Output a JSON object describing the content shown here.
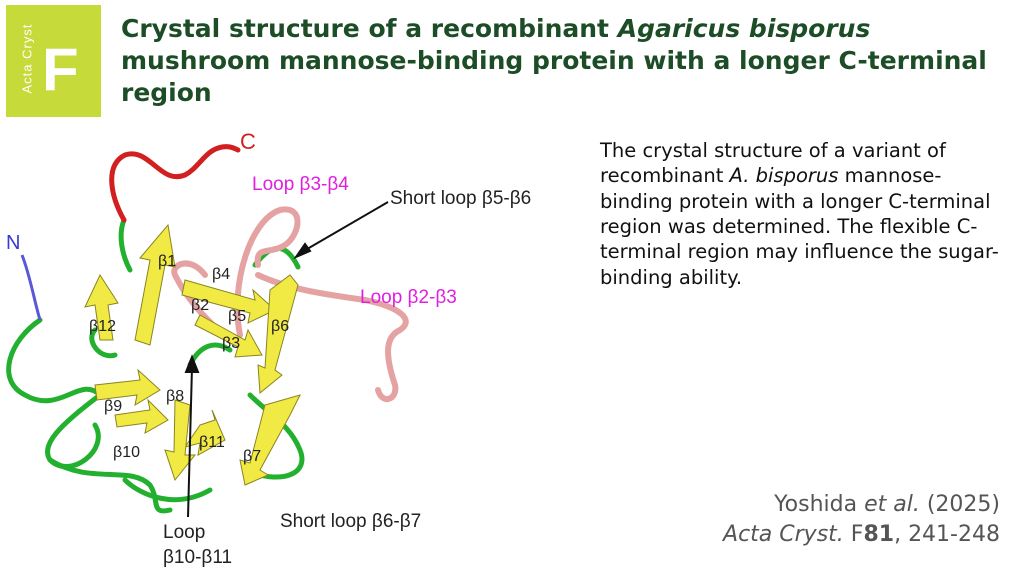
{
  "badge": {
    "vertical": "Acta Cryst",
    "letter": "F",
    "color": "#c6da3a"
  },
  "title": {
    "pre": "Crystal structure of a recombinant ",
    "italic": "Agaricus  bisporus",
    "post": " mushroom mannose-binding protein with a longer C-terminal region"
  },
  "summary": {
    "pre": "The crystal structure of a variant of recombinant ",
    "italic": "A. bisporus",
    "post": "  mannose-binding protein with a longer C-terminal region was determined. The flexible C-terminal region may influence the sugar-binding ability."
  },
  "citation": {
    "authors": "Yoshida ",
    "etal": "et al.",
    "year": " (2025)",
    "journal": "Acta  Cryst.",
    "series": "  F",
    "volume": "81",
    "pages": ", 241-248"
  },
  "figure": {
    "labels": {
      "c_term": "C",
      "n_term": "N",
      "loop_b3b4": "Loop β3-β4",
      "loop_b2b3": "Loop β2-β3",
      "short_b5b6": "Short loop β5-β6",
      "short_b6b7": "Short loop β6-β7",
      "loop_b10b11_line1": "Loop",
      "loop_b10b11_line2": "β10-β11",
      "b1": "β1",
      "b2": "β2",
      "b3": "β3",
      "b4": "β4",
      "b5": "β5",
      "b6": "β6",
      "b7": "β7",
      "b8": "β8",
      "b9": "β9",
      "b10": "β10",
      "b11": "β11",
      "b12": "β12"
    },
    "colors": {
      "c_term": "#d21f1f",
      "n_term": "#5858d8",
      "loop_magenta": "#e020e0",
      "coil": "#22b02e",
      "strand": "#f2ea44",
      "loop_pink": "#e4a2a2"
    }
  }
}
